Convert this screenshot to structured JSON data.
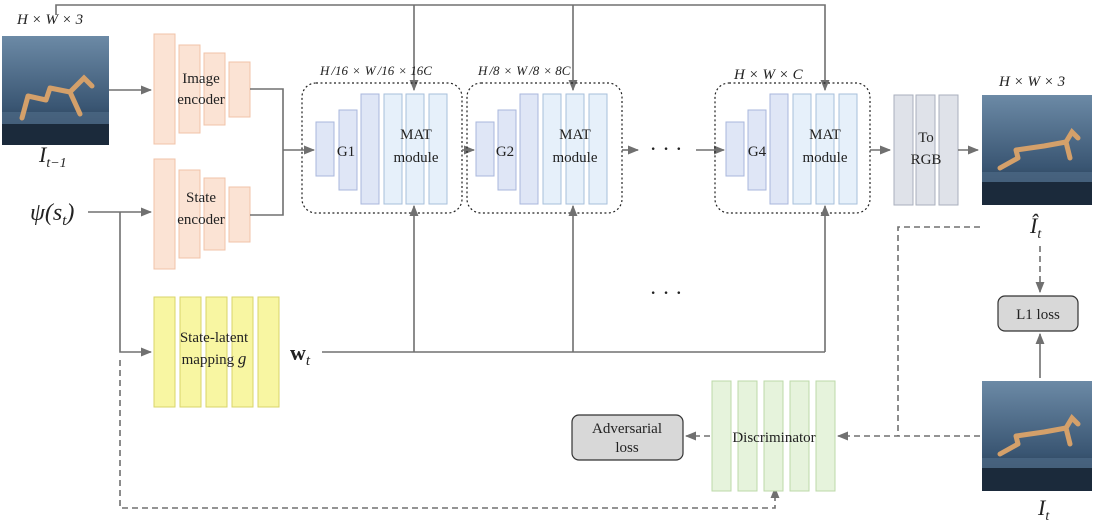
{
  "labels": {
    "top_left_dim": "H × W × 3",
    "top_right_dim": "H × W × 3",
    "prev_frame": "I",
    "prev_frame_sub": "t−1",
    "state_input": "ψ(s",
    "state_input_sub": "t",
    "image_encoder_l1": "Image",
    "image_encoder_l2": "encoder",
    "state_encoder_l1": "State",
    "state_encoder_l2": "encoder",
    "mapping_l1": "State-latent",
    "mapping_l2": "mapping",
    "mapping_g": "g",
    "w_symbol": "w",
    "w_sub": "t",
    "g1": "G1",
    "g2": "G2",
    "g4": "G4",
    "mat1": "MAT",
    "mat2": "module",
    "dim1_main": "× 16C",
    "dim2_main": "× 8C",
    "dim3": "H × W × C",
    "frac_H": "H",
    "frac_W": "W",
    "den16": "16",
    "den8": "8",
    "ellipsis": "· · ·",
    "to_rgb_l1": "To",
    "to_rgb_l2": "RGB",
    "pred_frame": "Î",
    "pred_frame_sub": "t",
    "l1_loss": "L1 loss",
    "discriminator": "Discriminator",
    "adv_l1": "Adversarial",
    "adv_l2": "loss",
    "gt_frame": "I",
    "gt_frame_sub": "t"
  },
  "colors": {
    "encoder_fill": "#fbe3d4",
    "encoder_stroke": "#f0c3a8",
    "mapping_fill": "#f8f6a2",
    "mapping_stroke": "#d9d46a",
    "generator_fill": "#dfe6f6",
    "generator_stroke": "#a8b7dc",
    "mat_fill": "#e6f0fa",
    "mat_stroke": "#a7bfdb",
    "rgb_fill": "#dfe2e9",
    "rgb_stroke": "#a9afbd",
    "disc_fill": "#e6f3dc",
    "disc_stroke": "#bcd9a8",
    "loss_fill": "#d8d8d8",
    "scene_dark": "#1d2d40",
    "scene_light": "#6c8aa6",
    "robot": "#d4a06a"
  },
  "icons": [
    "robot-frame-previous",
    "robot-frame-predicted",
    "robot-frame-ground-truth"
  ]
}
